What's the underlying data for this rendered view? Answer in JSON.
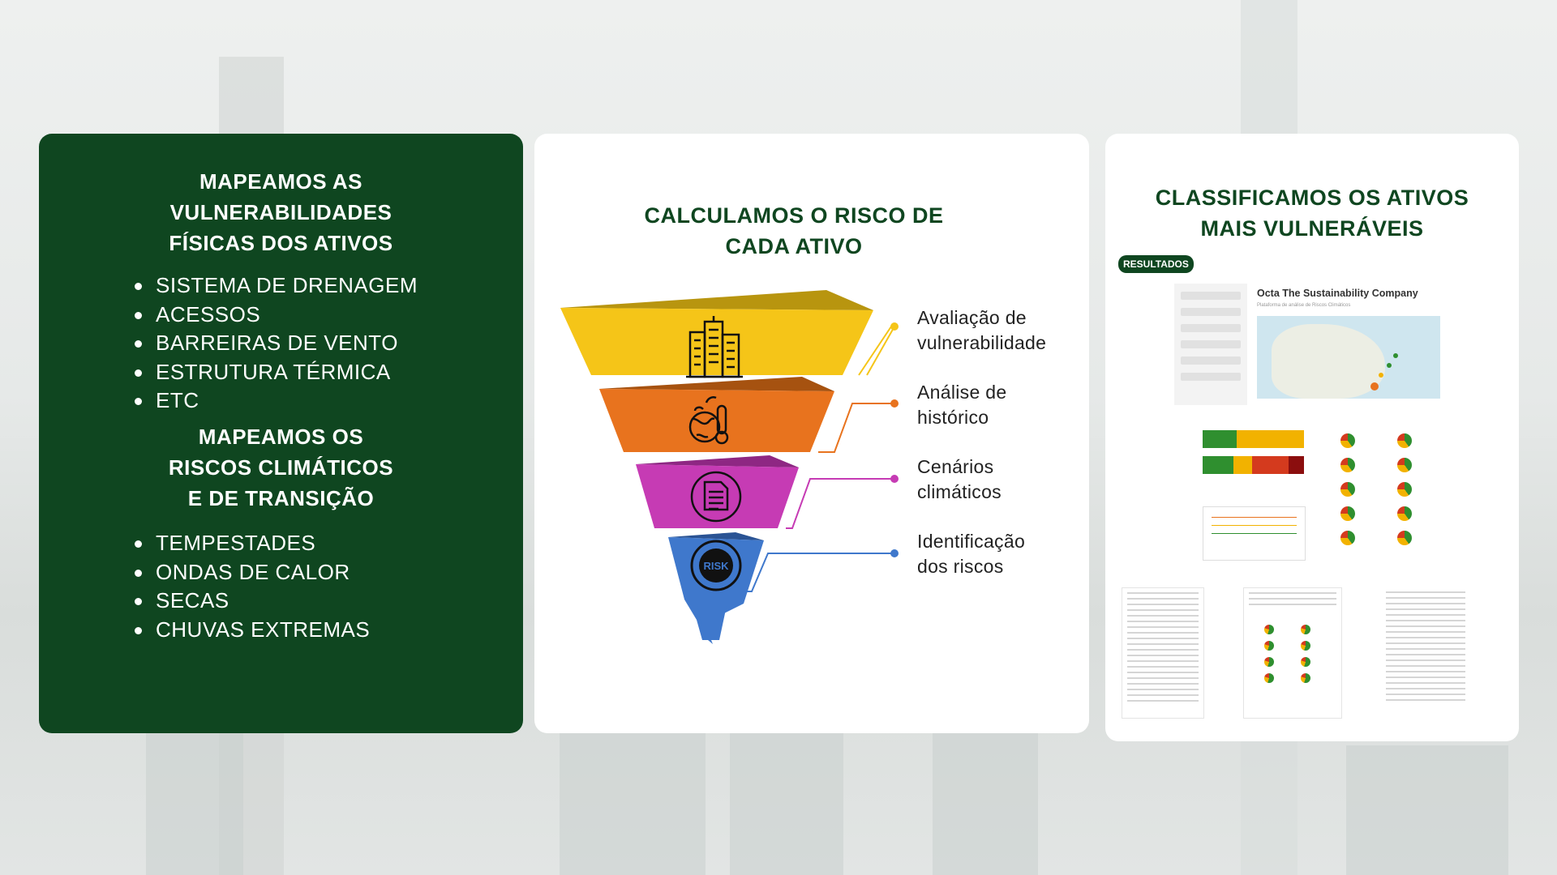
{
  "left_panel": {
    "heading_1": "MAPEAMOS AS\nVULNERABILIDADES\nFÍSICAS DOS ATIVOS",
    "list_1": [
      "SISTEMA DE DRENAGEM",
      "ACESSOS",
      "BARREIRAS DE VENTO",
      "ESTRUTURA TÉRMICA",
      "ETC"
    ],
    "heading_2": "MAPEAMOS OS\nRISCOS CLIMÁTICOS\nE DE TRANSIÇÃO",
    "list_2": [
      "TEMPESTADES",
      "ONDAS DE CALOR",
      "SECAS",
      "CHUVAS EXTREMAS"
    ]
  },
  "middle_panel": {
    "heading": "CALCULAMOS O RISCO DE\nCADA ATIVO",
    "steps": [
      {
        "label": "Avaliação de\nvulnerabilidade",
        "color": "#f5c518",
        "icon": "buildings-icon"
      },
      {
        "label": "Análise de\nhistórico",
        "color": "#e8731e",
        "icon": "earth-thermometer-icon"
      },
      {
        "label": "Cenários\nclimáticos",
        "color": "#c63bb4",
        "icon": "document-icon"
      },
      {
        "label": "Identificação\ndos riscos",
        "color": "#3f78cc",
        "icon": "risk-icon"
      }
    ],
    "risk_icon_text": "RISK"
  },
  "right_panel": {
    "heading": "CLASSIFICAMOS OS ATIVOS\nMAIS VULNERÁVEIS",
    "badge": "RESULTADOS",
    "dashboard_title": "Octa The Sustainability Company",
    "dashboard_subtitle": "Plataforma de análise de Riscos Climáticos"
  },
  "colors": {
    "brand_green": "#0f4620",
    "risk_green": "#2f8f2f",
    "risk_yellow": "#f2b200",
    "risk_red": "#d43a1e",
    "risk_darkred": "#8b0e0e"
  }
}
